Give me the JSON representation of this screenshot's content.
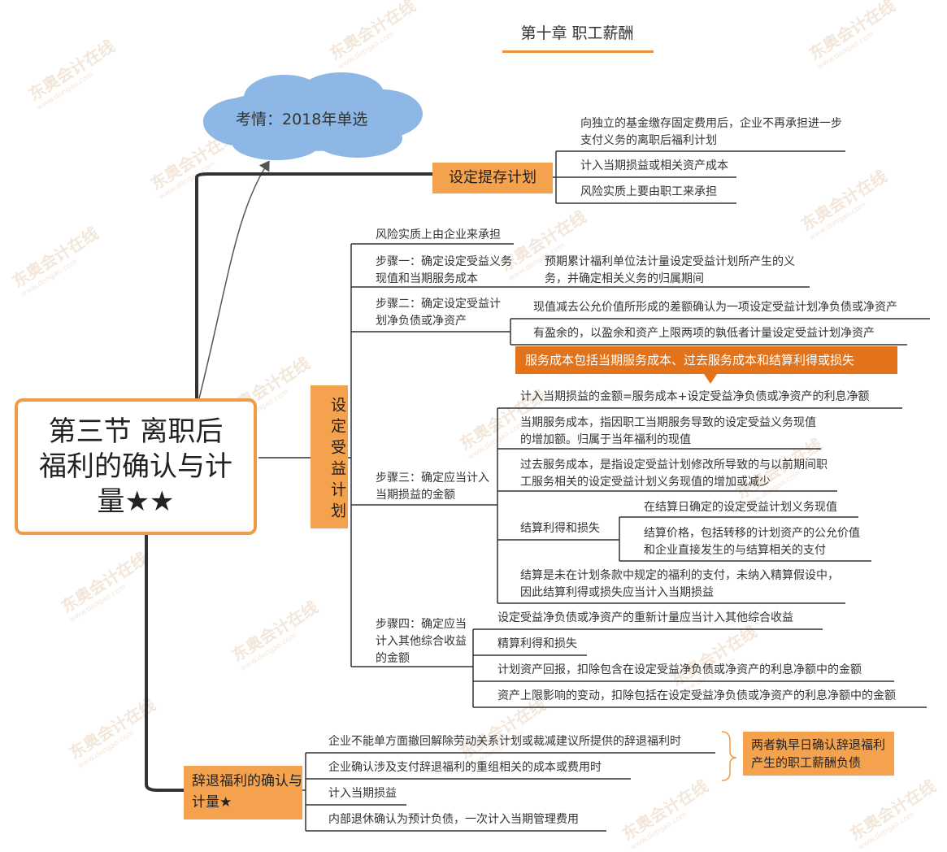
{
  "chapter_title": "第十章 职工薪酬",
  "central_topic": [
    "第三节 离职后",
    "福利的确认与计",
    "量★★"
  ],
  "cloud_note": "考情：2018年单选",
  "dc_plan": {
    "label": "设定提存计划",
    "items": [
      "向独立的基金缴存固定费用后，企业不再承担进一步支付义务的离职后福利计划",
      "计入当期损益或相关资产成本",
      "风险实质上要由职工来承担"
    ]
  },
  "db_plan": {
    "label": "设定受益计划",
    "risk": "风险实质上由企业来承担",
    "step1": {
      "label": "步骤一：确定设定受益义务现值和当期服务成本",
      "detail": "预期累计福利单位法计量设定受益计划所产生的义务，并确定相关义务的归属期间"
    },
    "step2": {
      "label": "步骤二：确定设定受益计划净负债或净资产",
      "details": [
        "现值减去公允价值所形成的差额确认为一项设定受益计划净负债或净资产",
        "有盈余的，以盈余和资产上限两项的孰低者计量设定受益计划净资产"
      ]
    },
    "callout": "服务成本包括当期服务成本、过去服务成本和结算利得或损失",
    "step3": {
      "label": "步骤三：确定应当计入当期损益的金额",
      "formula": "计入当期损益的金额=服务成本+设定受益净负债或净资产的利息净额",
      "current_service_cost": "当期服务成本，指因职工当期服务导致的设定受益义务现值的增加额。归属于当年福利的现值",
      "past_service_cost": "过去服务成本，是指设定受益计划修改所导致的与以前期间职工服务相关的设定受益计划义务现值的增加或减少",
      "settlement": {
        "label": "结算利得和损失",
        "items": [
          "在结算日确定的设定受益计划义务现值",
          "结算价格，包括转移的计划资产的公允价值和企业直接发生的与结算相关的支付"
        ]
      },
      "settlement_note": "结算是未在计划条款中规定的福利的支付，未纳入精算假设中，因此结算利得或损失应当计入当期损益"
    },
    "step4": {
      "label": "步骤四：确定应当计入其他综合收益的金额",
      "items": [
        "设定受益净负债或净资产的重新计量应当计入其他综合收益",
        "精算利得和损失",
        "计划资产回报，扣除包含在设定受益净负债或净资产的利息净额中的金额",
        "资产上限影响的变动，扣除包括在设定受益净负债或净资产的利息净额中的金额"
      ]
    }
  },
  "dismissal": {
    "label": "辞退福利的确认与计量★",
    "items": [
      "企业不能单方面撤回解除劳动关系计划或裁减建议所提供的辞退福利时",
      "企业确认涉及支付辞退福利的重组相关的成本或费用时",
      "计入当期损益",
      "内部退休确认为预计负债，一次计入当期管理费用"
    ],
    "note": "两者孰早日确认辞退福利产生的职工薪酬负债"
  },
  "watermark": {
    "brand": "东奥会计在线",
    "url": "www.dongao.com"
  },
  "colors": {
    "accent": "#f5a24e",
    "callout": "#e3731a",
    "cloud": "#8db8e6",
    "line": "#333333"
  }
}
